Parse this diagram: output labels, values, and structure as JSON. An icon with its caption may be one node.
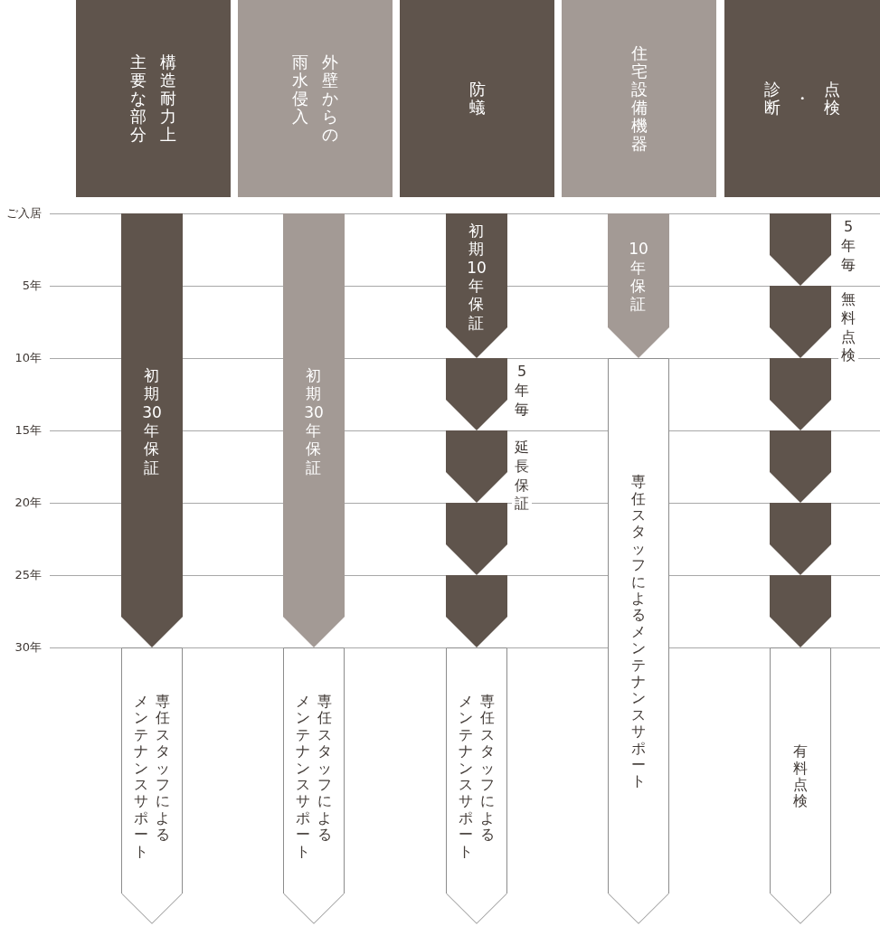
{
  "diagram": {
    "nodes": [
      {
        "text": [
          "構造耐力上主要な部分"
        ]
      },
      {
        "text": [
          "外壁からの雨水侵入"
        ]
      },
      {
        "text": [
          "防蟻"
        ]
      },
      {
        "text": [
          "住宅設備機器"
        ]
      },
      {
        "text": [
          "点検・診断"
        ]
      },
      {
        "text": [
          "初期30年保証"
        ]
      },
      {
        "text": [
          "専任スタッフによるメンテナンスサポート"
        ]
      },
      {
        "text": [
          "初期30年保証"
        ]
      },
      {
        "text": [
          "専任スタッフによるメンテナンスサポート"
        ]
      },
      {
        "text": [
          "初期10年保証"
        ]
      },
      {
        "text": [],
        "shape": "chevron"
      },
      {
        "text": [],
        "shape": "chevron"
      },
      {
        "text": [],
        "shape": "chevron"
      },
      {
        "text": [],
        "shape": "chevron"
      },
      {
        "text": [
          "専任スタッフによるメンテナンスサポート"
        ]
      },
      {
        "text": [
          "10年保証"
        ]
      },
      {
        "text": [
          "専任スタッフによるメンテナンスサポート"
        ]
      },
      {
        "text": [],
        "shape": "chevron"
      },
      {
        "text": [],
        "shape": "chevron"
      },
      {
        "text": [],
        "shape": "chevron"
      },
      {
        "text": [],
        "shape": "chevron"
      },
      {
        "text": [],
        "shape": "chevron"
      },
      {
        "text": [],
        "shape": "chevron"
      },
      {
        "text": [
          "有料点検"
        ]
      }
    ],
    "labels": [
      "ご入居",
      "5年",
      "10年",
      "15年",
      "20年",
      "25年",
      "30年",
      "5年毎",
      "延長保証",
      "5年毎",
      "無料点検"
    ]
  }
}
